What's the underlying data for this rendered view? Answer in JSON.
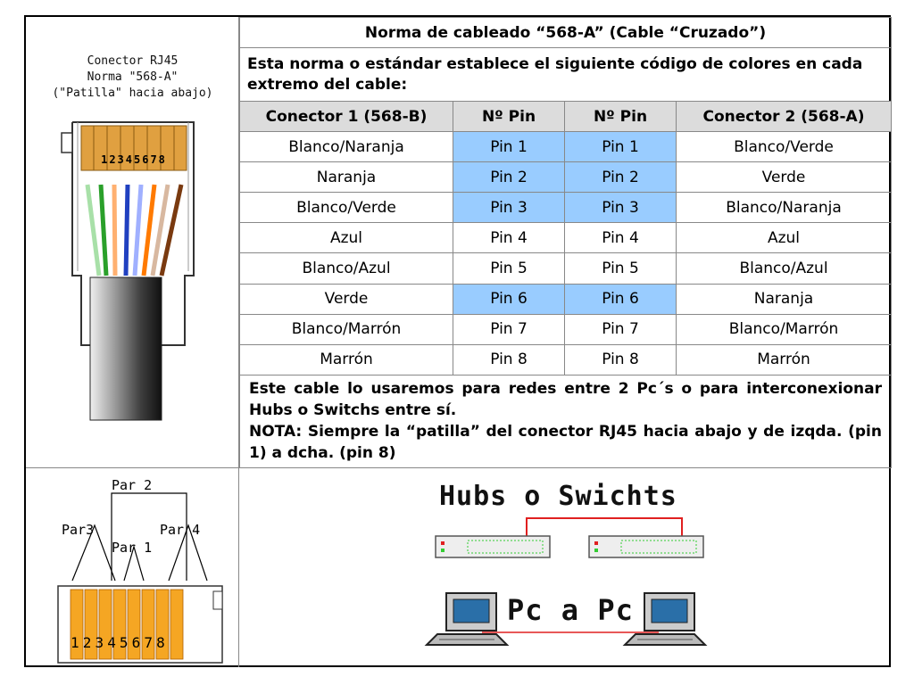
{
  "header": {
    "title": "Norma de cableado “568-A” (Cable “Cruzado”)",
    "intro": "Esta norma o estándar establece el siguiente código de colores en cada extremo del cable:"
  },
  "connector_caption": {
    "line1": "Conector RJ45",
    "line2": "Norma \"568-A\"",
    "line3": "(\"Patilla\" hacia abajo)"
  },
  "connector_pins_label": "12345678",
  "columns": [
    "Conector 1 (568-B)",
    "Nº Pin",
    "Nº Pin",
    "Conector 2 (568-A)"
  ],
  "rows": [
    {
      "c1": "Blanco/Naranja",
      "p1": "Pin 1",
      "p2": "Pin 1",
      "c2": "Blanco/Verde"
    },
    {
      "c1": "Naranja",
      "p1": "Pin 2",
      "p2": "Pin 2",
      "c2": "Verde"
    },
    {
      "c1": "Blanco/Verde",
      "p1": "Pin 3",
      "p2": "Pin 3",
      "c2": "Blanco/Naranja"
    },
    {
      "c1": "Azul",
      "p1": "Pin 4",
      "p2": "Pin 4",
      "c2": "Azul"
    },
    {
      "c1": "Blanco/Azul",
      "p1": "Pin 5",
      "p2": "Pin 5",
      "c2": "Blanco/Azul"
    },
    {
      "c1": "Verde",
      "p1": "Pin 6",
      "p2": "Pin 6",
      "c2": "Naranja"
    },
    {
      "c1": "Blanco/Marrón",
      "p1": "Pin 7",
      "p2": "Pin 7",
      "c2": "Blanco/Marrón"
    },
    {
      "c1": "Marrón",
      "p1": "Pin 8",
      "p2": "Pin 8",
      "c2": "Marrón"
    }
  ],
  "note": {
    "usage": "Este cable lo usaremos para redes entre 2 Pc´s o para interconexionar Hubs o Switchs entre sí.",
    "nota": "NOTA: Siempre la “patilla” del conector RJ45 hacia abajo y de izqda. (pin 1) a dcha. (pin 8)"
  },
  "pairs": {
    "par1": "Par 1",
    "par2": "Par 2",
    "par3": "Par3",
    "par4": "Par 4",
    "pins": "12345678"
  },
  "diagram": {
    "hubs_title": "Hubs o Swichts",
    "pc_title": "Pc a Pc"
  },
  "colors": {
    "highlight": "#99ccff",
    "connector_gold": "#e0a040",
    "pin_orange": "#f5a623",
    "link_red": "#e02020",
    "hub_green": "#33cc33"
  }
}
